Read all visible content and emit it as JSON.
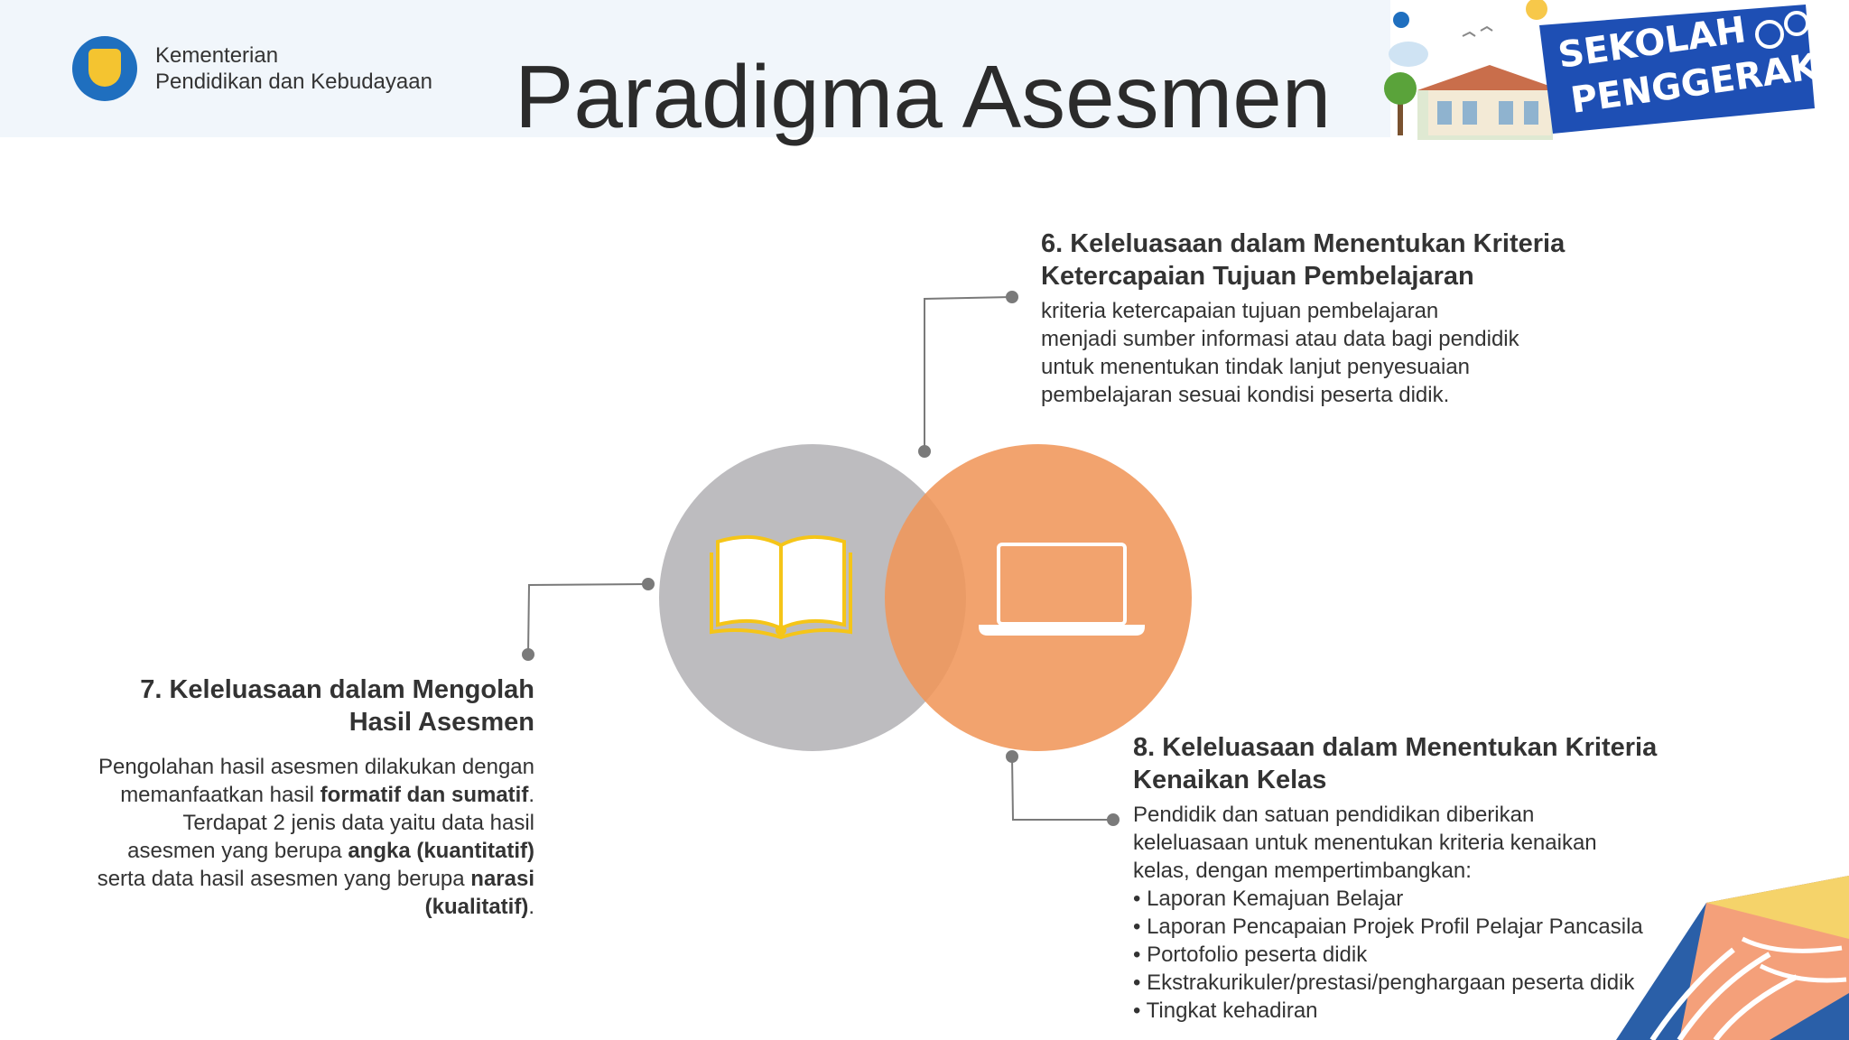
{
  "header": {
    "ministry_line1": "Kementerian",
    "ministry_line2": "Pendidikan dan Kebudayaan",
    "title": "Paradigma Asesmen",
    "badge_line1": "SEKOLAH",
    "badge_line2": "PENGGERAK"
  },
  "points": {
    "p6": {
      "title_line1": "6. Keleluasaan dalam Menentukan Kriteria",
      "title_line2": "Ketercapaian Tujuan Pembelajaran",
      "body": [
        "kriteria ketercapaian tujuan pembelajaran",
        "menjadi sumber informasi atau data bagi pendidik",
        "untuk menentukan tindak lanjut penyesuaian",
        "pembelajaran sesuai kondisi peserta didik."
      ]
    },
    "p7": {
      "title_line1": "7. Keleluasaan dalam Mengolah",
      "title_line2": "Hasil Asesmen",
      "l1": "Pengolahan hasil asesmen dilakukan dengan",
      "l2a": "memanfaatkan hasil ",
      "l2b": "formatif dan sumatif",
      "l2c": ".",
      "l3": "Terdapat 2 jenis data yaitu data hasil",
      "l4a": "asesmen yang berupa ",
      "l4b": "angka (kuantitatif)",
      "l5a": "serta data hasil asesmen yang berupa ",
      "l5b": "narasi",
      "l6a": "(kualitatif)",
      "l6b": "."
    },
    "p8": {
      "title_line1": "8. Keleluasaan dalam Menentukan Kriteria",
      "title_line2": "Kenaikan Kelas",
      "body": [
        "Pendidik dan satuan pendidikan diberikan",
        "keleluasaan untuk menentukan kriteria kenaikan",
        "kelas, dengan mempertimbangkan:"
      ],
      "bullets": [
        "Laporan Kemajuan Belajar",
        "Laporan Pencapaian Projek Profil Pelajar Pancasila",
        "Portofolio peserta didik",
        "Ekstrakurikuler/prestasi/penghargaan peserta didik",
        "Tingkat kehadiran"
      ]
    }
  },
  "colors": {
    "gray_circle": "#bdbcbf",
    "orange_circle": "#f0965a",
    "book": "#f5c518",
    "connector": "#7a7a7a"
  }
}
